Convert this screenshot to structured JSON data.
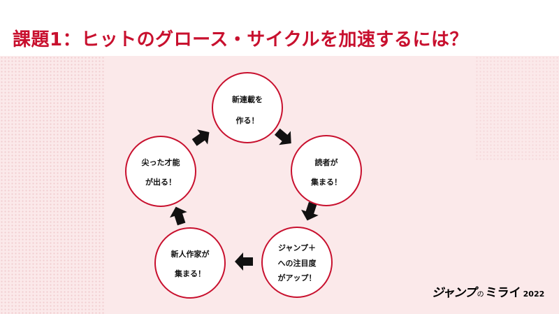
{
  "title": "課題1：ヒットのグロース・サイクルを加速するには？",
  "cycle": {
    "nodes": [
      {
        "lines": [
          "新連載を",
          "作る！"
        ]
      },
      {
        "lines": [
          "読者が",
          "集まる！"
        ]
      },
      {
        "lines": [
          "ジャンプ＋",
          "への注目度",
          "がアップ！"
        ]
      },
      {
        "lines": [
          "新人作家が",
          "集まる！"
        ]
      },
      {
        "lines": [
          "尖った才能",
          "が出る！"
        ]
      }
    ],
    "colors": {
      "node_border": "#c8102e",
      "node_fill": "#ffffff",
      "arrow": "#111111",
      "title": "#c8102e"
    },
    "arrow_icon": "thick-arrow-icon"
  },
  "logo": {
    "jump": "ジャンプ",
    "no": "の",
    "mirai": "ミライ",
    "year": "2022"
  }
}
